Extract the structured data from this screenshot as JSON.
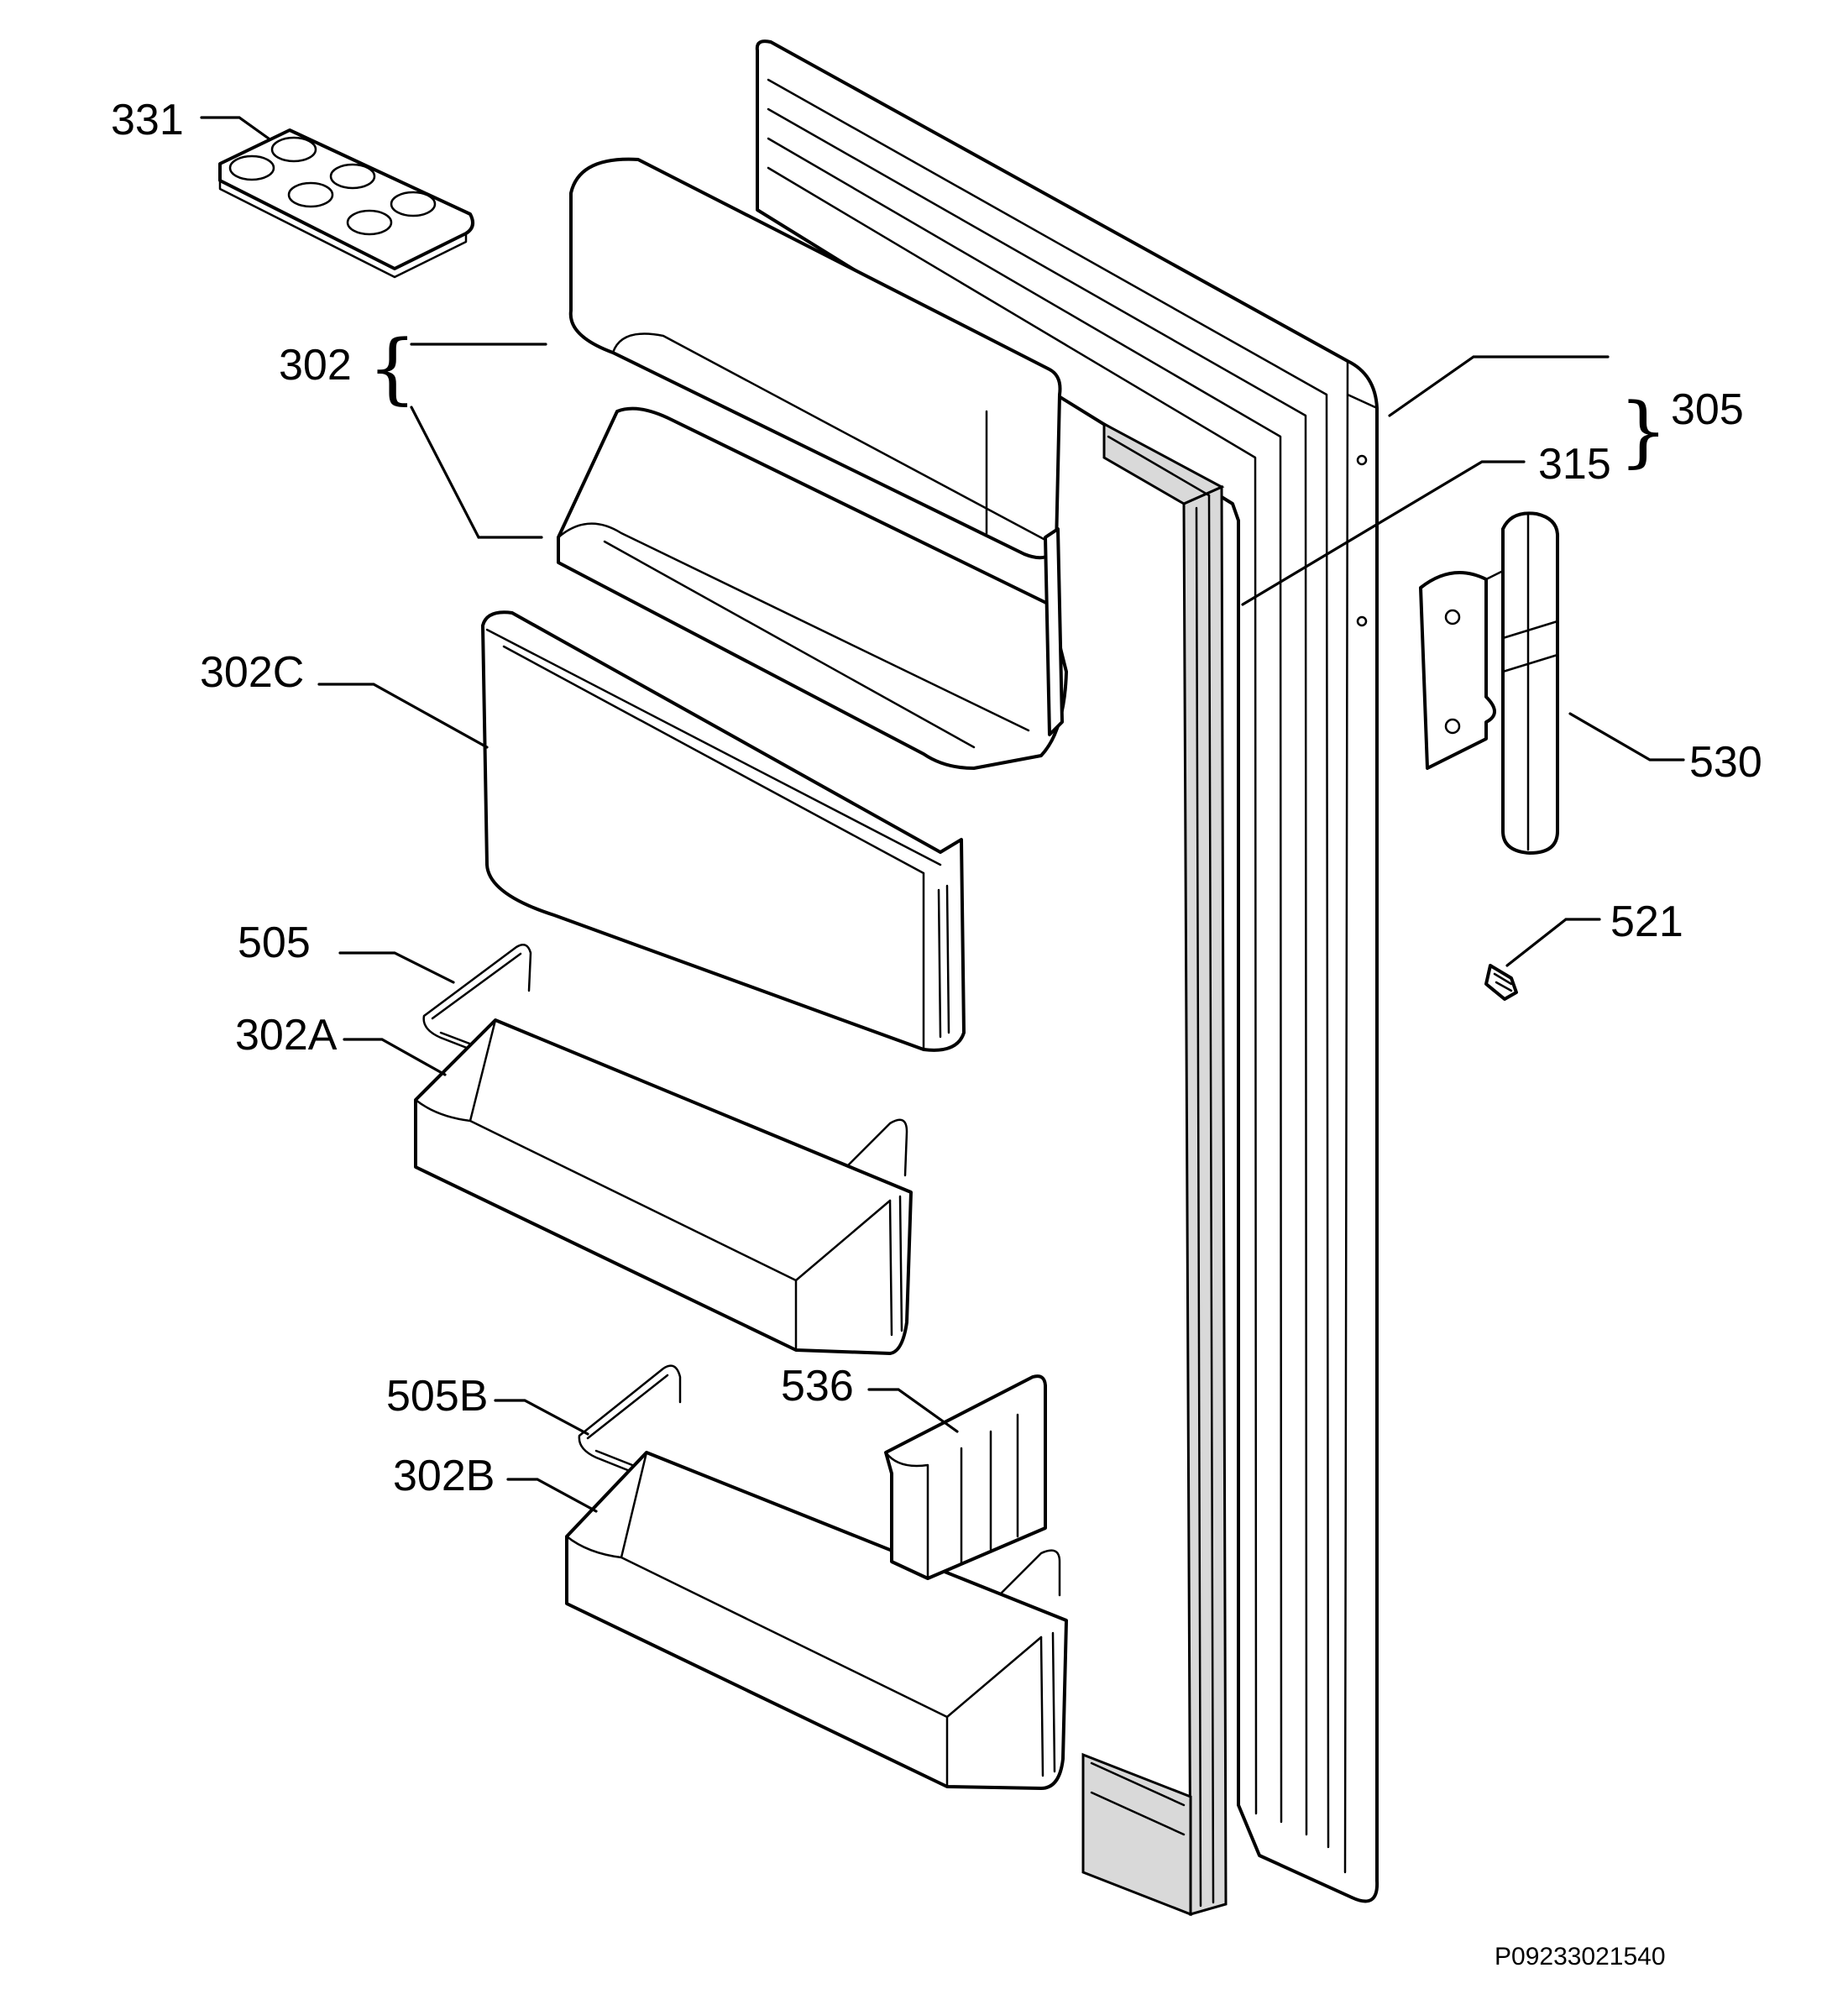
{
  "diagram": {
    "drawing_code": "P09233021540",
    "callouts": {
      "p331": "331",
      "p302": "302",
      "p302c": "302C",
      "p505": "505",
      "p302a": "302A",
      "p505b": "505B",
      "p302b": "302B",
      "p536": "536",
      "p305": "305",
      "p315": "315",
      "p530": "530",
      "p521": "521"
    },
    "brace_left": "{",
    "brace_right": "}",
    "colors": {
      "line": "#000000",
      "background": "#ffffff",
      "seal_fill": "#d9d9d9"
    }
  }
}
